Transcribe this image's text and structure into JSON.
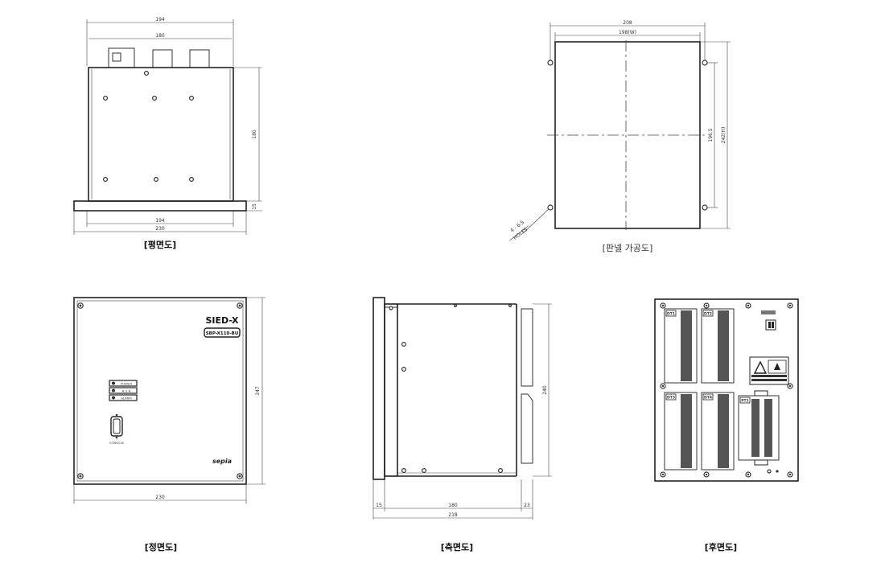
{
  "top_view": {
    "caption": "[평면도]",
    "dim_total_top": "194",
    "dim_inner_top": "180",
    "dim_height": "180",
    "dim_flange": "15",
    "dim_bottom_inner": "194",
    "dim_bottom_total": "230"
  },
  "panel_cut": {
    "caption": "[판넬 가공도]",
    "dim_total": "208",
    "dim_w": "198(W)",
    "dim_hole_pitch": "196.5",
    "dim_h": "242(H)",
    "hole_note_1": "4 - 6.5",
    "hole_note_2": "HOLES"
  },
  "front_view": {
    "caption": "[정면도]",
    "brand": "SIED-X",
    "model": "SBP-X110-BU",
    "led_labels": [
      "POWER",
      "R U N",
      "ALARM"
    ],
    "port_label": "CONSOLE",
    "logo_text": "sepia",
    "dim_width": "230",
    "dim_height": "247"
  },
  "side_view": {
    "caption": "[측면도]",
    "dim_front": "15",
    "dim_body": "180",
    "dim_rear": "23",
    "dim_total": "218",
    "dim_height": "240"
  },
  "rear_view": {
    "caption": "[후면도]",
    "terminal_labels": [
      "DT1",
      "DT2",
      "DT3",
      "DT4",
      "PT1"
    ]
  }
}
